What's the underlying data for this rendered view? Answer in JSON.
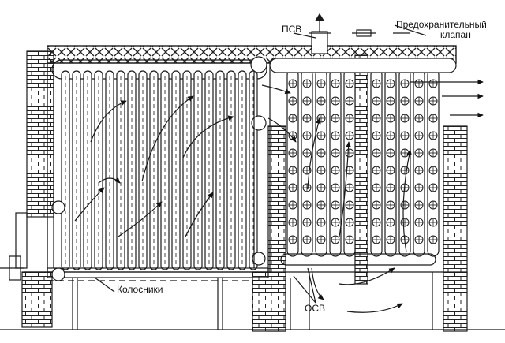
{
  "labels": {
    "psv": "ПСВ",
    "safety_valve_line1": "Предохранительный",
    "safety_valve_line2": "клапан",
    "grates": "Колосники",
    "osv": "ОСВ"
  },
  "icons": {
    "brick": "brick-masonry",
    "flow_arrow": "curved-gas-flow-arrow",
    "exit_arrow": "flue-gas-exit-arrow",
    "tube_marker": "tube-cross-section-symbol"
  },
  "colors": {
    "line": "#1a1a1a",
    "background": "#ffffff"
  }
}
